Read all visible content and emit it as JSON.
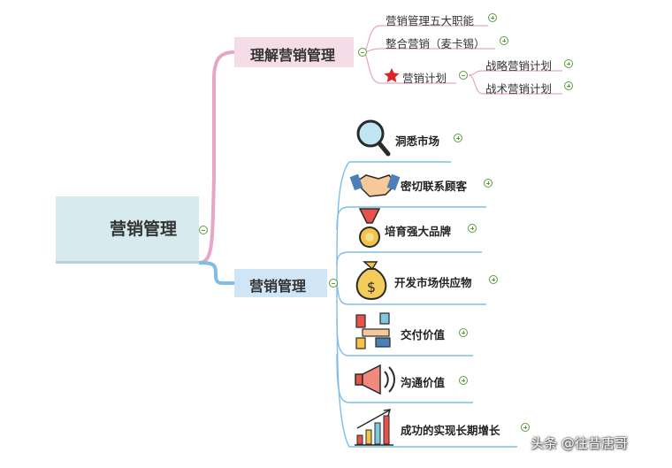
{
  "root": {
    "label": "营销管理"
  },
  "branch_understand": {
    "label": "理解营销管理",
    "children": [
      {
        "label": "营销管理五大职能"
      },
      {
        "label": "整合营销（麦卡锡）"
      },
      {
        "label": "营销计划",
        "children": [
          {
            "label": "战略营销计划"
          },
          {
            "label": "战术营销计划"
          }
        ]
      }
    ]
  },
  "branch_manage": {
    "label": "营销管理",
    "items": [
      {
        "label": "洞悉市场",
        "icon": "magnifier-icon"
      },
      {
        "label": "密切联系顾客",
        "icon": "handshake-icon"
      },
      {
        "label": "培育强大品牌",
        "icon": "medal-icon"
      },
      {
        "label": "开发市场供应物",
        "icon": "money-bag-icon"
      },
      {
        "label": "交付价值",
        "icon": "building-blocks-icon"
      },
      {
        "label": "沟通价值",
        "icon": "megaphone-icon"
      },
      {
        "label": "成功的实现长期增长",
        "icon": "growth-chart-icon"
      }
    ]
  },
  "colors": {
    "pink_branch": "#e7a6c6",
    "blue_branch": "#7fbde6",
    "expand_green": "#5a9e3c"
  },
  "watermark": "头条 @往昔唐哥"
}
